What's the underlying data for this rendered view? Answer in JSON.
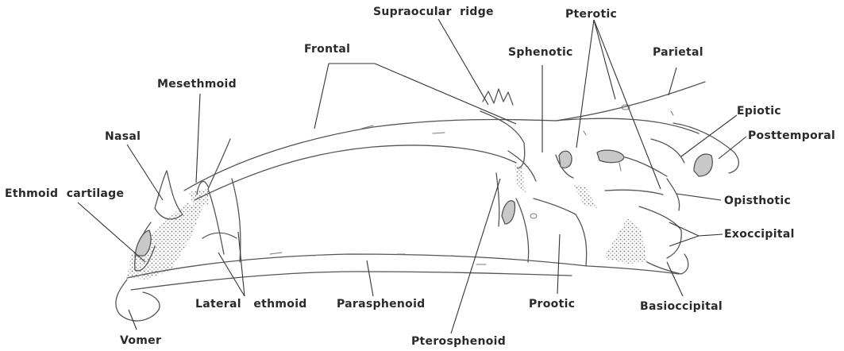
{
  "labels": {
    "supraocular_ridge": "Supraocular  ridge",
    "pterotic": "Pterotic",
    "frontal": "Frontal",
    "sphenotic": "Sphenotic",
    "parietal": "Parietal",
    "mesethmoid": "Mesethmoid",
    "epiotic": "Epiotic",
    "nasal": "Nasal",
    "posttemporal": "Posttemporal",
    "ethmoid_cartilage": "Ethmoid  cartilage",
    "opisthotic": "Opisthotic",
    "exoccipital": "Exoccipital",
    "lateral_ethmoid": "Lateral   ethmoid",
    "parasphenoid": "Parasphenoid",
    "prootic": "Prootic",
    "basioccipital": "Basioccipital",
    "vomer": "Vomer",
    "pterosphenoid": "Pterosphenoid"
  },
  "colors": {
    "line": "#333333",
    "foramen_fill": "#c8c8c8",
    "cartilage_dots": "#777777"
  }
}
